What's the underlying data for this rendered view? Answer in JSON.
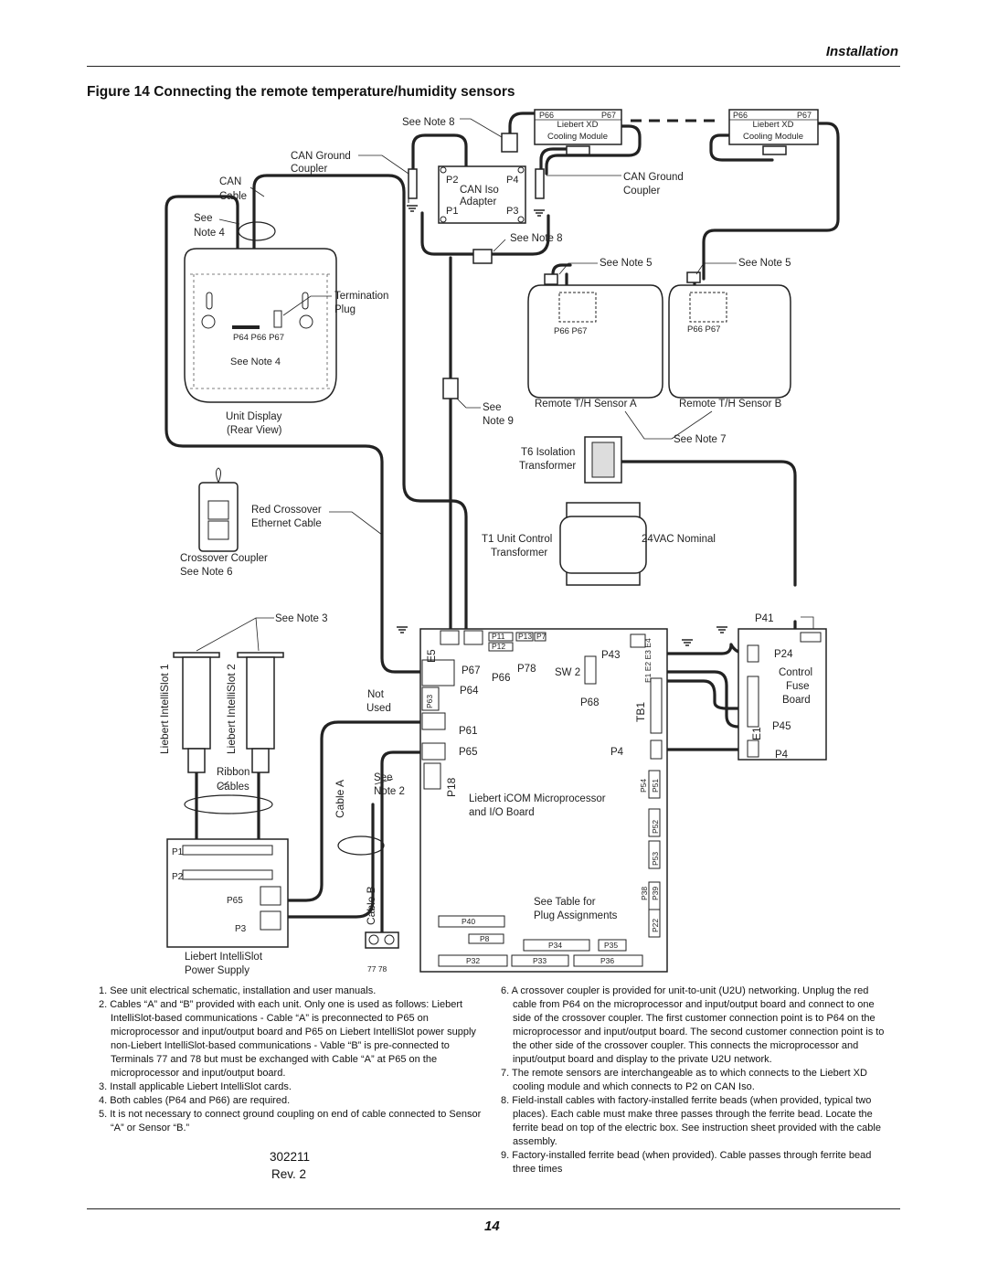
{
  "header": {
    "section": "Installation"
  },
  "figure": {
    "title": "Figure 14   Connecting the remote temperature/humidity sensors"
  },
  "diagram": {
    "see_note_8": "See Note 8",
    "see_note_4": "See Note 4",
    "see_note_5": "See Note 5",
    "see_note_7": "See Note 7",
    "see_note_3": "See Note 3",
    "see_label": "See",
    "note_4_label": "Note 4",
    "note_9_label": "Note 9",
    "note_2_label": "Note 2",
    "can_ground": "CAN Ground",
    "coupler": "Coupler",
    "can": "CAN",
    "cable": "Cable",
    "liebert_xd": "Liebert XD",
    "cooling_module": "Cooling Module",
    "p66": "P66",
    "p67": "P67",
    "p2": "P2",
    "p4": "P4",
    "p1": "P1",
    "p3": "P3",
    "can_iso": "CAN Iso",
    "adapter": "Adapter",
    "termination": "Termination",
    "plug": "Plug",
    "p64_p66_p67": "P64  P66 P67",
    "p66_p67": "P66   P67",
    "unit_display": "Unit Display",
    "rear_view": "(Rear View)",
    "remote_a": "Remote T/H Sensor A",
    "remote_b": "Remote T/H Sensor B",
    "t6": "T6 Isolation",
    "transformer": "Transformer",
    "red_crossover": "Red Crossover",
    "ethernet_cable": "Ethernet Cable",
    "crossover_coupler": "Crossover Coupler",
    "see_note_6": "See Note 6",
    "t1": "T1 Unit Control",
    "vac": "24VAC Nominal",
    "p41": "P41",
    "p24": "P24",
    "control": "Control",
    "fuse": "Fuse",
    "board": "Board",
    "p45": "P45",
    "e1": "E1",
    "slot1": "Liebert IntelliSlot 1",
    "slot2": "Liebert IntelliSlot 2",
    "e5": "E5",
    "p11": "P11",
    "p13": "P13",
    "p7": "P7",
    "p12": "P12",
    "p43": "P43",
    "p78": "P78",
    "sw2": "SW 2",
    "e_labels": "E1 E2 E3 E4",
    "not": "Not",
    "used": "Used",
    "p64": "P64",
    "p63": "P63",
    "p68": "P68",
    "tb1": "TB1",
    "p61": "P61",
    "p65": "P65",
    "p18": "P18",
    "ribbon": "Ribbon",
    "cables": "Cables",
    "cable_a": "Cable A",
    "cable_b": "Cable B",
    "micro_1": "Liebert iCOM Microprocessor",
    "micro_2": "and I/O Board",
    "p54": "P54",
    "p51": "P51",
    "p52": "P52",
    "p53": "P53",
    "p39": "P39",
    "p38": "P38",
    "p22": "P22",
    "see_table": "See Table for",
    "plug_assign": "Plug Assignments",
    "p40": "P40",
    "p8": "P8",
    "p34": "P34",
    "p35": "P35",
    "p32": "P32",
    "p33": "P33",
    "p36": "P36",
    "t77_78": "77  78",
    "ps_p1": "P1",
    "ps_p2": "P2",
    "ps_p65": "P65",
    "ps_p3": "P3",
    "ps_1": "Liebert IntelliSlot",
    "ps_2": "Power Supply"
  },
  "notes_left": [
    "1. See unit electrical schematic, installation and user manuals.",
    "2. Cables “A” and “B” provided with each unit. Only one is used as follows: Liebert IntelliSlot-based communications - Cable “A” is preconnected to P65 on microprocessor and input/output board and P65 on Liebert IntelliSlot power supply non-Liebert IntelliSlot-based communications - Vable “B” is pre-connected to Terminals 77 and 78 but must be exchanged with Cable “A” at P65 on the microprocessor and input/output board.",
    "3. Install applicable Liebert IntelliSlot cards.",
    "4. Both cables (P64 and P66) are required.",
    "5. It is not necessary to connect ground coupling on end of cable connected to Sensor “A” or Sensor “B.”"
  ],
  "notes_right": [
    "6. A crossover coupler is provided for unit-to-unit (U2U) networking. Unplug the red cable from P64 on the microprocessor and input/output  board and connect to one side of the crossover coupler. The first customer connection point is to P64 on the microprocessor and input/output board. The second customer connection point is to the other side of the crossover coupler. This connects the microprocessor and input/output  board and display to the private U2U network.",
    "7. The remote sensors are interchangeable as to which connects to the Liebert XD cooling module and which connects to P2 on CAN Iso.",
    "8. Field-install cables with factory-installed ferrite beads (when provided, typical two places). Each cable must make three passes through the ferrite bead. Locate the ferrite bead on top of the electric box. See instruction sheet provided with the cable assembly.",
    "9. Factory-installed ferrite bead (when provided). Cable passes through ferrite bead three times"
  ],
  "doc": {
    "number": "302211",
    "rev": "Rev. 2"
  },
  "footer": {
    "page": "14"
  }
}
